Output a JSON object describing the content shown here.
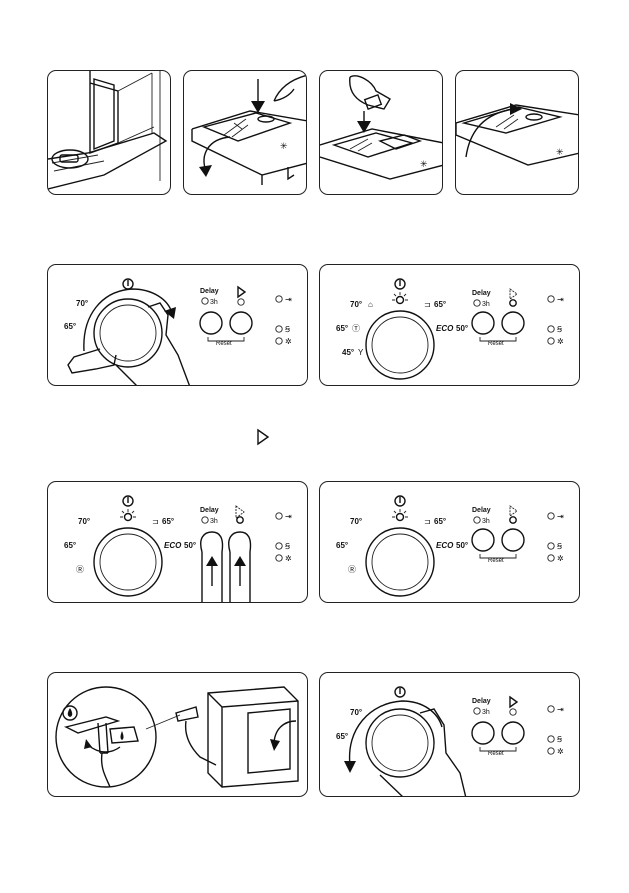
{
  "control_panel": {
    "delay_label": "Delay",
    "delay_hours": "3h",
    "reset_label": "Reset",
    "temp_70": "70°",
    "temp_65": "65°",
    "temp_45": "45°",
    "temp_50": "50°",
    "eco_label": "ECO"
  },
  "icons": {
    "power": "power-icon",
    "start": "play-icon",
    "end_indicator": "end-arrow-icon",
    "salt_indicator": "salt-icon",
    "rinse_aid_indicator": "rinse-aid-icon"
  }
}
